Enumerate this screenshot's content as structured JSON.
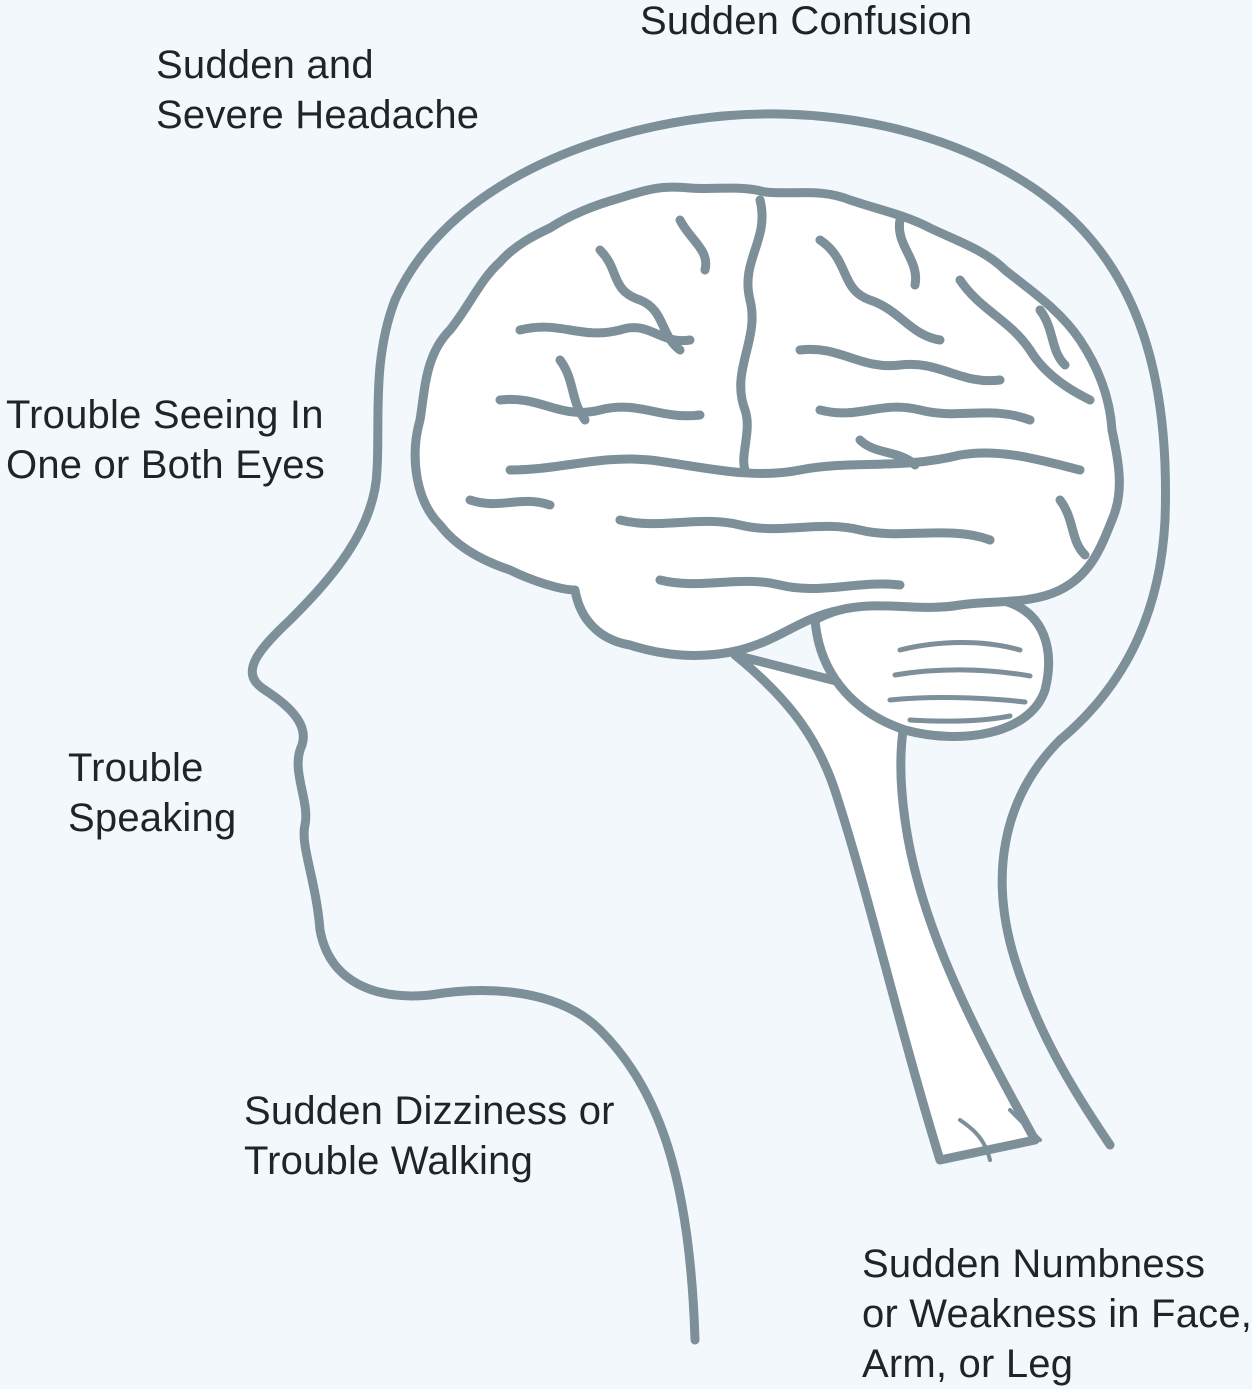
{
  "colors": {
    "background": "#f3f8fc",
    "outline": "#7d8f99",
    "fill": "#ffffff",
    "text": "#1f2428"
  },
  "labels": {
    "confusion": {
      "line1": "Sudden Confusion"
    },
    "headache": {
      "line1": "Sudden and",
      "line2": "Severe Headache"
    },
    "vision": {
      "line1": "Trouble Seeing In",
      "line2": "One or Both Eyes"
    },
    "speaking": {
      "line1": "Trouble",
      "line2": "Speaking"
    },
    "dizziness": {
      "line1": "Sudden Dizziness or",
      "line2": "Trouble Walking"
    },
    "numbness": {
      "line1": "Sudden Numbness",
      "line2": "or Weakness in Face,",
      "line3": "Arm, or Leg"
    }
  }
}
